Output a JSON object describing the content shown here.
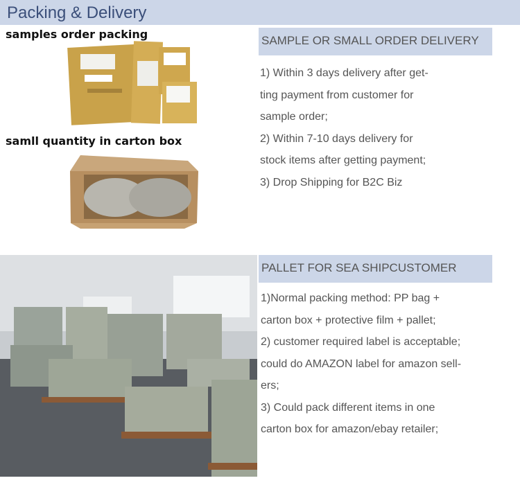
{
  "header": {
    "title": "Packing & Delivery"
  },
  "left": {
    "caption_samples": "samples order packing",
    "caption_carton": "samll quantity in carton box"
  },
  "sample_section": {
    "heading": "SAMPLE OR SMALL ORDER DELIVERY",
    "lines": [
      "1) Within 3 days delivery after get-",
      "ting payment from customer for",
      "sample order;",
      "2) Within 7-10 days delivery for",
      "stock items after getting payment;",
      "3) Drop Shipping for B2C Biz"
    ]
  },
  "pallet_section": {
    "heading": "PALLET FOR SEA SHIPCUSTOMER",
    "lines": [
      "1)Normal packing method: PP bag +",
      "carton box + protective film + pallet;",
      "2) customer required label is acceptable;",
      "could do AMAZON label for amazon sell-",
      "ers;",
      "3) Could pack different items in one",
      "carton box for amazon/ebay retailer;"
    ]
  },
  "colors": {
    "header_bg": "#ccd6e8",
    "header_text": "#3b4f7a",
    "body_text": "#555555"
  }
}
